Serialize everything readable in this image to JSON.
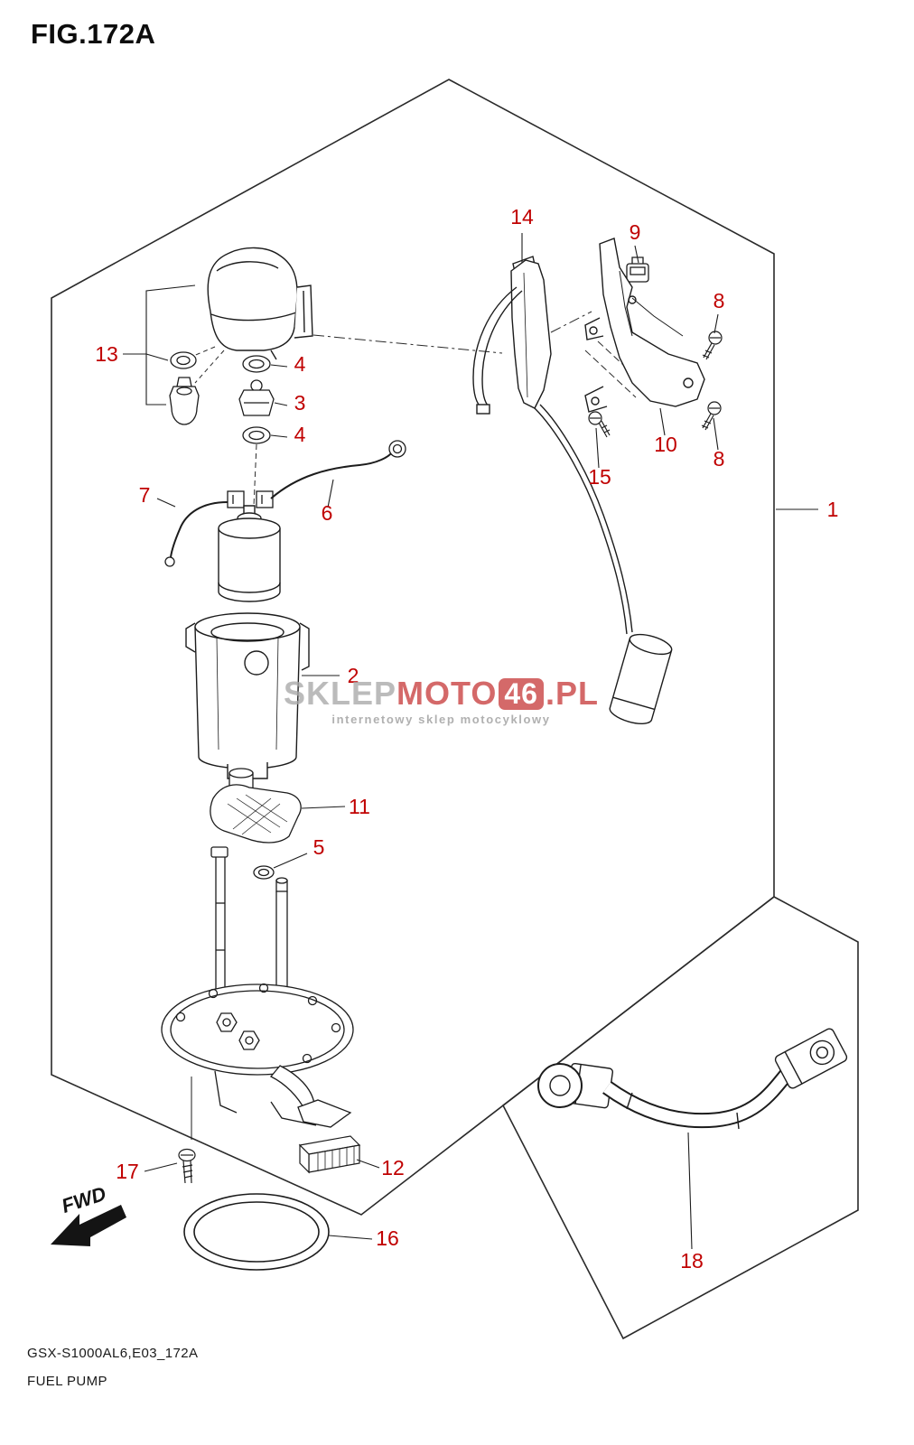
{
  "title": "FIG.172A",
  "fwd": "FWD",
  "watermark": {
    "part1": "SKLEP",
    "part2": "MOTO",
    "badge": "46",
    "part3": ".PL",
    "subtitle": "internetowy sklep motocyklowy"
  },
  "footer": {
    "code": "GSX-S1000AL6,E03_172A",
    "name": "FUEL PUMP"
  },
  "colors": {
    "callout_red": "#c00000",
    "line_black": "#1c1c1c",
    "watermark_gray": "#a8a8a8",
    "watermark_red": "#c94040"
  },
  "callouts": {
    "c1": "1",
    "c2": "2",
    "c3": "3",
    "c4a": "4",
    "c4b": "4",
    "c5": "5",
    "c6": "6",
    "c7": "7",
    "c8a": "8",
    "c8b": "8",
    "c9": "9",
    "c10": "10",
    "c11": "11",
    "c12": "12",
    "c13": "13",
    "c14": "14",
    "c15": "15",
    "c16": "16",
    "c17": "17",
    "c18": "18"
  }
}
